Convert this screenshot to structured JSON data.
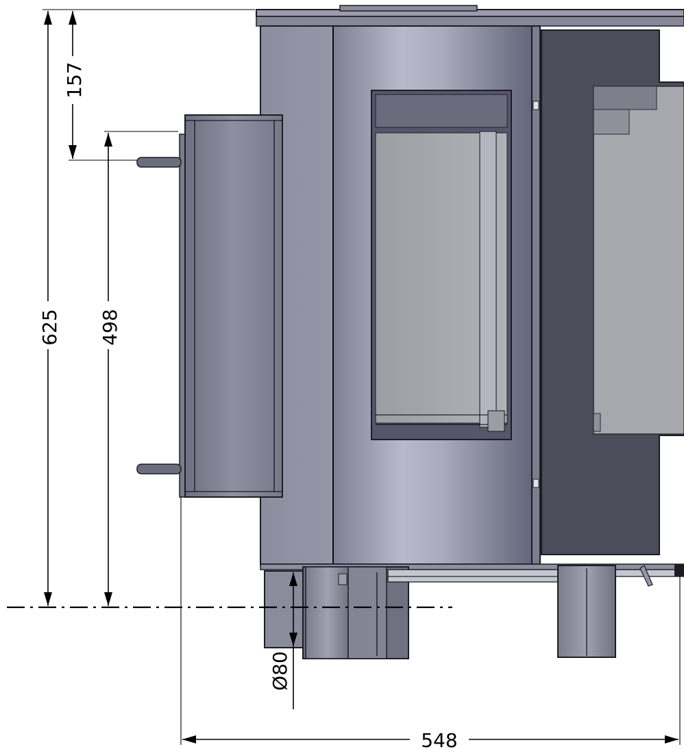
{
  "dimensions": {
    "total_height": "625",
    "outlet_to_floor": "498",
    "top_to_outlet": "157",
    "total_width": "548",
    "air_inlet_diameter": "Ø80"
  },
  "colors": {
    "body_light": "#b3b5c6",
    "body_mid": "#8f91a3",
    "body_dark": "#5f6070",
    "door_frame": "#4a4b57",
    "glass": "#a4a6ac",
    "dimension_line": "#000000"
  }
}
